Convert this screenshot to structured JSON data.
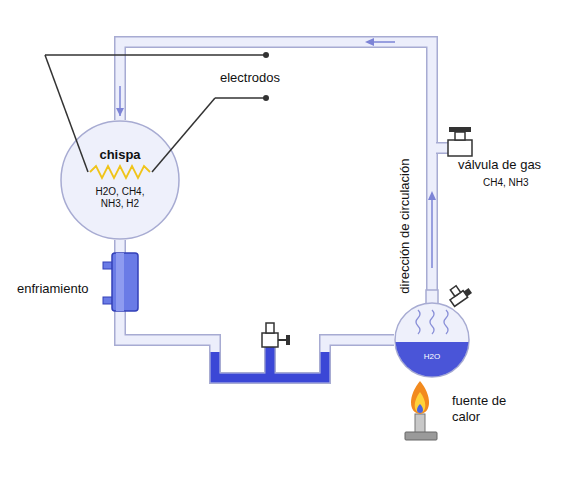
{
  "diagram": {
    "nodes": [
      {
        "text": [
          "chispa",
          "H2O, CH4, NH3, H2"
        ]
      },
      {
        "text": [
          "H2O"
        ]
      }
    ],
    "edges": [
      {
        "from": 1,
        "to": 0,
        "arrow": "to"
      },
      {
        "from": 0,
        "to": 1,
        "arrow": "none"
      }
    ],
    "labels": [
      "electrodos",
      "enfriamiento",
      "dirección de circulación",
      "válvula de gas",
      "CH4, NH3",
      "fuente de calor"
    ]
  }
}
